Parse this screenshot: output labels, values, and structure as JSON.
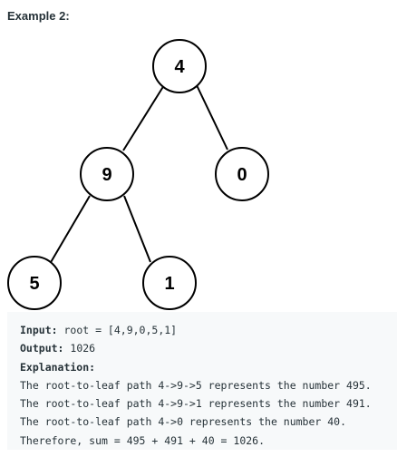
{
  "heading": "Example 2:",
  "tree": {
    "nodes": [
      {
        "id": "n4",
        "label": "4"
      },
      {
        "id": "n9",
        "label": "9"
      },
      {
        "id": "n0",
        "label": "0"
      },
      {
        "id": "n5",
        "label": "5"
      },
      {
        "id": "n1",
        "label": "1"
      }
    ],
    "edges": [
      {
        "from": "n4",
        "to": "n9"
      },
      {
        "from": "n4",
        "to": "n0"
      },
      {
        "from": "n9",
        "to": "n5"
      },
      {
        "from": "n9",
        "to": "n1"
      }
    ]
  },
  "example": {
    "input_label": "Input:",
    "input_value": " root = [4,9,0,5,1]",
    "output_label": "Output:",
    "output_value": " 1026",
    "explanation_label": "Explanation:",
    "explanation_lines": [
      "The root-to-leaf path 4->9->5 represents the number 495.",
      "The root-to-leaf path 4->9->1 represents the number 491.",
      "The root-to-leaf path 4->0 represents the number 40.",
      "Therefore, sum = 495 + 491 + 40 = 1026."
    ]
  }
}
